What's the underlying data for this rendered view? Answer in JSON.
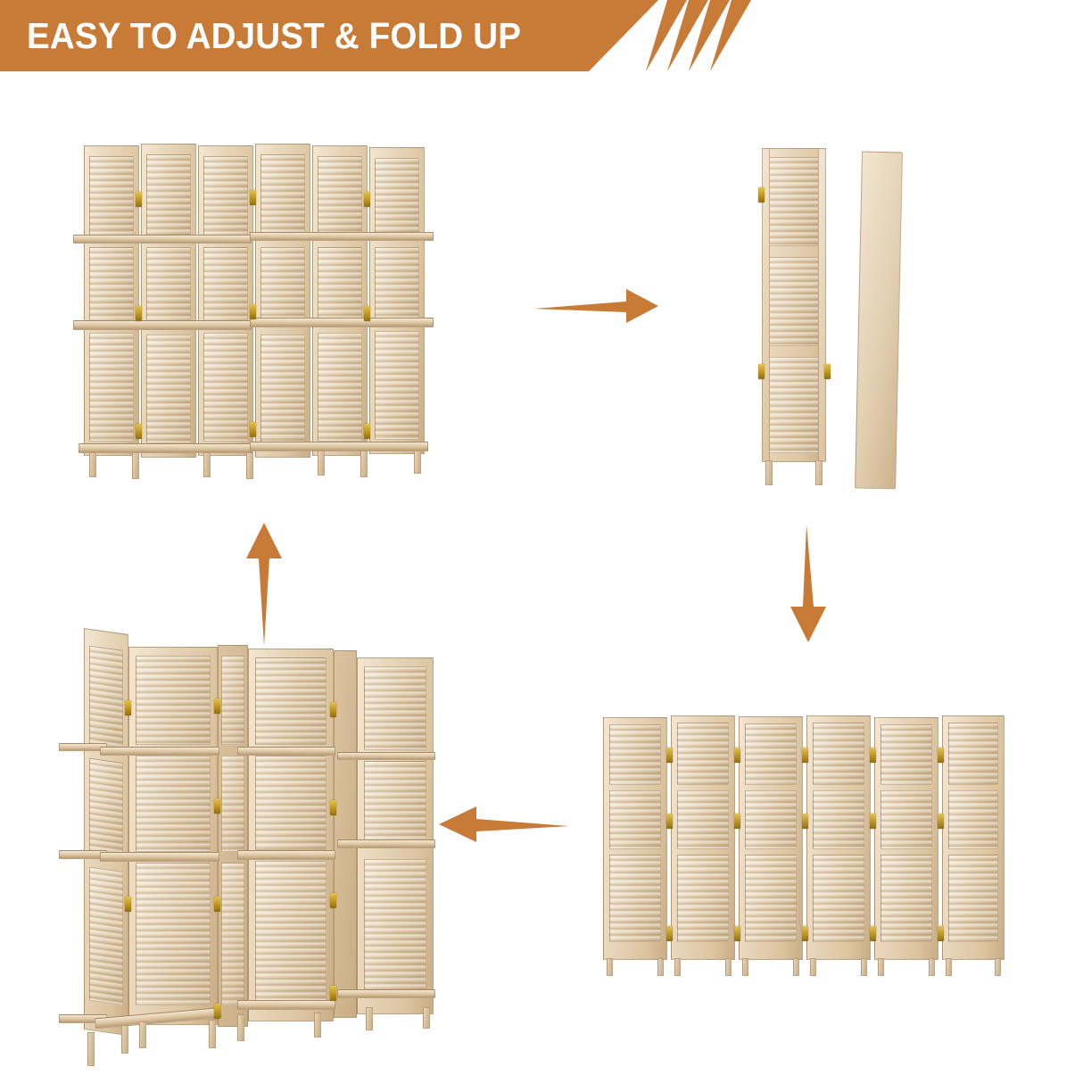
{
  "banner": {
    "title": "EASY TO ADJUST & FOLD UP",
    "accent_color": "#c87a37",
    "text_color": "#ffffff",
    "stripe_count": 4
  },
  "background_color": "#ffffff",
  "palette": {
    "wood_light": "#f3e6d2",
    "wood_mid": "#dcc49f",
    "wood_dark": "#c9ad86",
    "wood_shadow": "#b89a73",
    "hinge_brass": "#c9a227"
  },
  "product": {
    "name": "6-panel wooden room divider",
    "panel_count": 6,
    "section_count": 3,
    "shelf_count": 3,
    "material": "natural unfinished wood",
    "slat_style": "louvered"
  },
  "steps": [
    {
      "id": "step-1",
      "position": "top-left",
      "caption": "Assembled room divider standing with three shelves installed"
    },
    {
      "id": "step-2",
      "position": "top-right",
      "caption": "Divider folded flat into a narrow stack beside a removed shelf board"
    },
    {
      "id": "step-3",
      "position": "bottom-right",
      "caption": "Divider unfolded flat showing all six louvered panels without shelves"
    },
    {
      "id": "step-4",
      "position": "bottom-left",
      "caption": "Divider zig-zag folded upright with shelves re-inserted"
    }
  ],
  "arrows": [
    {
      "id": "arrow-right",
      "direction": "right",
      "from": "step-1",
      "to": "step-2"
    },
    {
      "id": "arrow-down",
      "direction": "down",
      "from": "step-2",
      "to": "step-3"
    },
    {
      "id": "arrow-left",
      "direction": "left",
      "from": "step-3",
      "to": "step-4"
    },
    {
      "id": "arrow-up",
      "direction": "up",
      "from": "step-4",
      "to": "step-1"
    }
  ]
}
